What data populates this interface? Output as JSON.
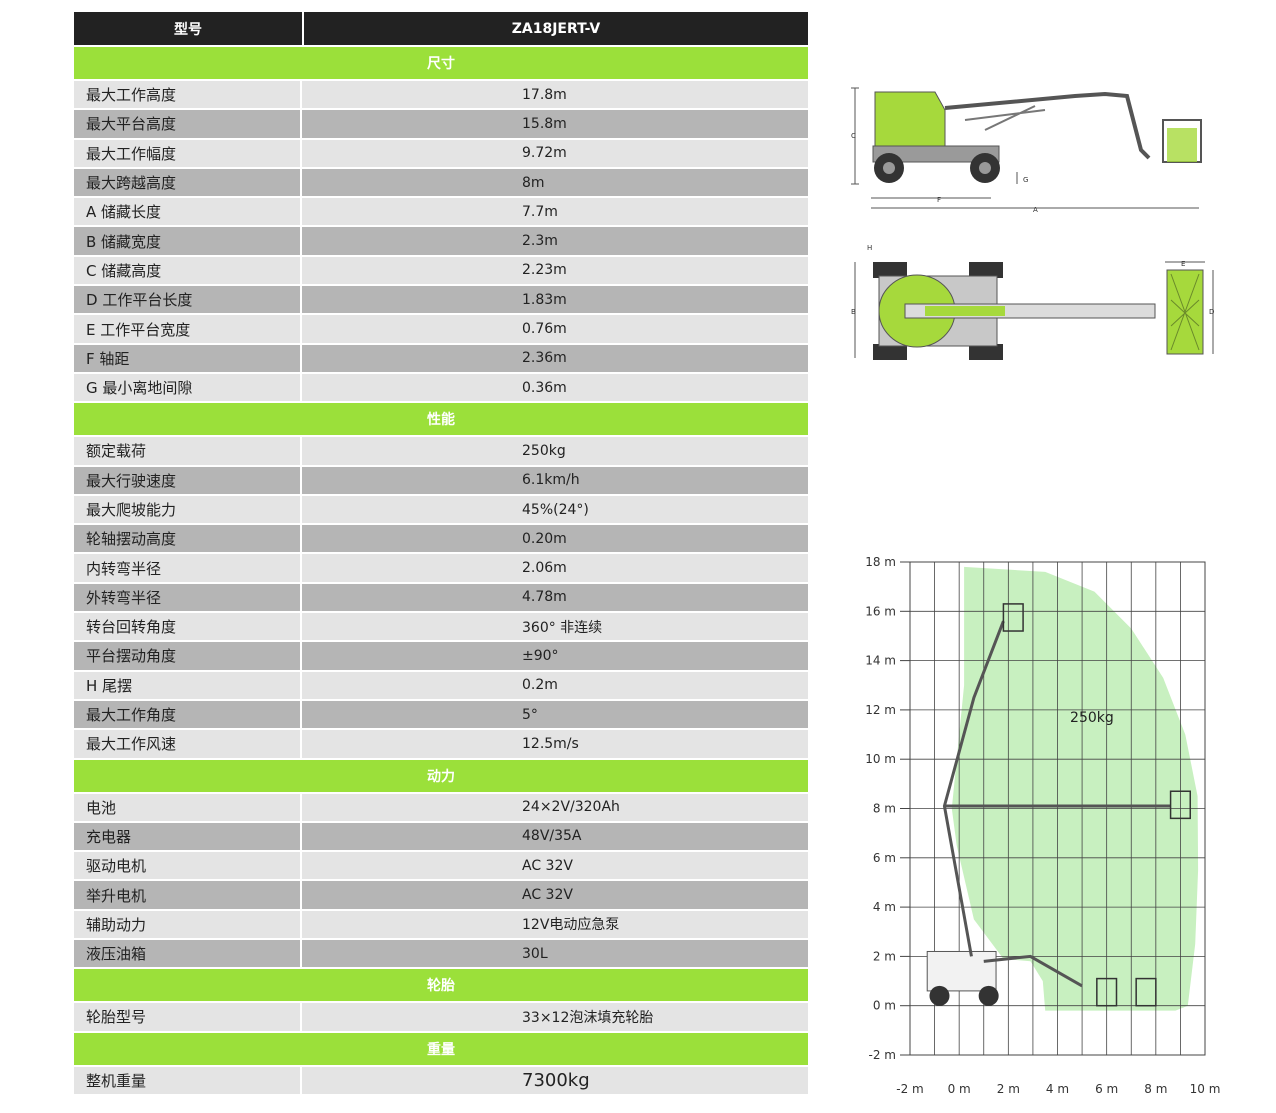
{
  "header": {
    "col1": "型号",
    "col2": "ZA18JERT-V"
  },
  "sections": [
    {
      "title": "尺寸",
      "rows": [
        {
          "k": "最大工作高度",
          "v": "17.8m"
        },
        {
          "k": "最大平台高度",
          "v": "15.8m"
        },
        {
          "k": "最大工作幅度",
          "v": "9.72m"
        },
        {
          "k": "最大跨越高度",
          "v": "8m"
        },
        {
          "k": "A 储藏长度",
          "v": "7.7m"
        },
        {
          "k": "B 储藏宽度",
          "v": "2.3m"
        },
        {
          "k": "C 储藏高度",
          "v": "2.23m"
        },
        {
          "k": "D 工作平台长度",
          "v": "1.83m"
        },
        {
          "k": "E 工作平台宽度",
          "v": "0.76m"
        },
        {
          "k": "F 轴距",
          "v": "2.36m"
        },
        {
          "k": "G 最小离地间隙",
          "v": "0.36m"
        }
      ]
    },
    {
      "title": "性能",
      "rows": [
        {
          "k": "额定载荷",
          "v": "250kg"
        },
        {
          "k": "最大行驶速度",
          "v": "6.1km/h"
        },
        {
          "k": "最大爬坡能力",
          "v": "45%(24°)"
        },
        {
          "k": "轮轴摆动高度",
          "v": "0.20m"
        },
        {
          "k": "内转弯半径",
          "v": "2.06m"
        },
        {
          "k": "外转弯半径",
          "v": "4.78m"
        },
        {
          "k": "转台回转角度",
          "v": "360° 非连续"
        },
        {
          "k": "平台摆动角度",
          "v": "±90°"
        },
        {
          "k": "H 尾摆",
          "v": "0.2m"
        },
        {
          "k": "最大工作角度",
          "v": "5°"
        },
        {
          "k": "最大工作风速",
          "v": "12.5m/s"
        }
      ]
    },
    {
      "title": "动力",
      "rows": [
        {
          "k": "电池",
          "v": "24×2V/320Ah"
        },
        {
          "k": "充电器",
          "v": "48V/35A"
        },
        {
          "k": "驱动电机",
          "v": "AC 32V"
        },
        {
          "k": "举升电机",
          "v": "AC 32V"
        },
        {
          "k": "辅助动力",
          "v": "12V电动应急泵"
        },
        {
          "k": "液压油箱",
          "v": "30L"
        }
      ]
    },
    {
      "title": "轮胎",
      "rows": [
        {
          "k": "轮胎型号",
          "v": "33×12泡沫填充轮胎"
        }
      ]
    },
    {
      "title": "重量",
      "rows": [
        {
          "k": "整机重量",
          "v": "7300kg",
          "big": true
        }
      ]
    }
  ],
  "diagram_labels": {
    "A": "A",
    "B": "B",
    "C": "C",
    "D": "D",
    "E": "E",
    "F": "F",
    "G": "G",
    "H": "H"
  },
  "chart_data": {
    "type": "area",
    "y_ticks": [
      "18 m",
      "16 m",
      "14 m",
      "12 m",
      "10 m",
      "8 m",
      "6 m",
      "4 m",
      "2 m",
      "0 m",
      "-2 m"
    ],
    "x_ticks": [
      "-2 m",
      "0 m",
      "2 m",
      "4 m",
      "6 m",
      "8 m",
      "10 m"
    ],
    "xlim": [
      -2,
      10
    ],
    "ylim": [
      -2,
      18
    ],
    "grid": true,
    "annotation": "250kg",
    "envelope": [
      [
        0.2,
        17.8
      ],
      [
        3.5,
        17.6
      ],
      [
        5.5,
        16.8
      ],
      [
        7.0,
        15.3
      ],
      [
        8.3,
        13.3
      ],
      [
        9.2,
        11.0
      ],
      [
        9.7,
        8.5
      ],
      [
        9.72,
        5.5
      ],
      [
        9.6,
        2.5
      ],
      [
        9.3,
        0.0
      ],
      [
        8.8,
        -0.2
      ],
      [
        3.5,
        -0.2
      ],
      [
        3.4,
        1.0
      ],
      [
        2.9,
        1.8
      ],
      [
        1.8,
        1.9
      ],
      [
        0.6,
        3.5
      ],
      [
        -0.1,
        6.5
      ],
      [
        -0.3,
        8.0
      ],
      [
        -0.1,
        10.0
      ],
      [
        0.2,
        13.0
      ],
      [
        0.2,
        17.8
      ]
    ]
  },
  "colors": {
    "header": "#222222",
    "section": "#9be03a",
    "row_light": "#e4e4e4",
    "row_dark": "#b5b5b5",
    "envelope": "#c8f0c0",
    "machine": "#a6d93c"
  }
}
